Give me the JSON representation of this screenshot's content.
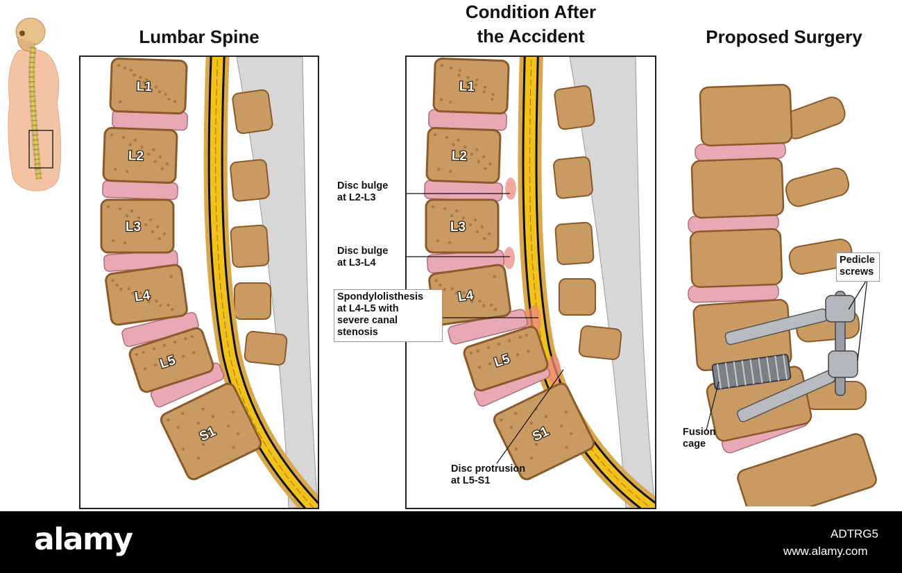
{
  "titles": {
    "lumbar_spine": "Lumbar Spine",
    "condition_line1": "Condition After",
    "condition_line2": "the Accident",
    "proposed_surgery": "Proposed Surgery"
  },
  "vertebrae": [
    "L1",
    "L2",
    "L3",
    "L4",
    "L5",
    "S1"
  ],
  "callouts": {
    "disc_bulge_l2l3": "Disc bulge\nat L2-L3",
    "disc_bulge_l3l4": "Disc bulge\nat L3-L4",
    "spondylolisthesis": "Spondylolisthesis\nat L4-L5 with\nsevere canal\nstenosis",
    "disc_protrusion": "Disc protrusion\nat L5-S1",
    "pedicle_screws": "Pedicle\nscrews",
    "fusion_cage": "Fusion\ncage"
  },
  "footer": {
    "brand": "alamy",
    "image_id": "ADTRG5",
    "site": "www.alamy.com"
  },
  "colors": {
    "bone": "#c99a62",
    "bone_dark": "#8a5a2b",
    "disc": "#e9a9b4",
    "cord": "#f2c21b",
    "cord_dark": "#b07d08",
    "ligament": "#d7d7d7",
    "inflamed": "#ee8a82"
  }
}
